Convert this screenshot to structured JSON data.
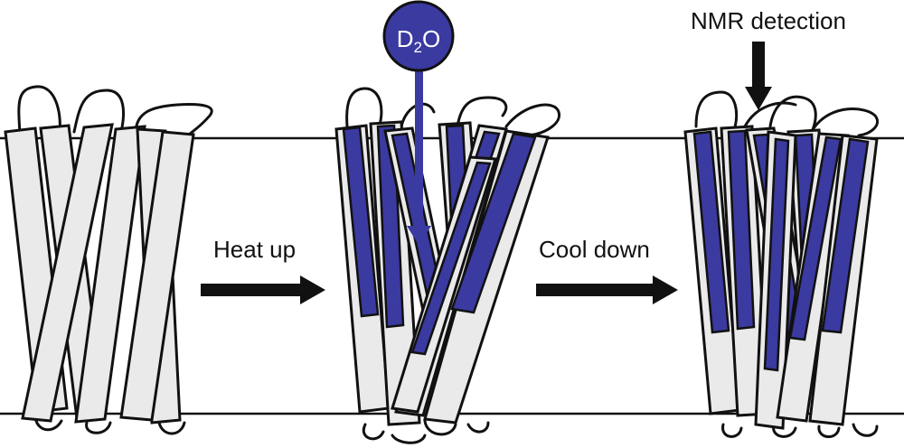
{
  "labels": {
    "heat_up": "Heat up",
    "cool_down": "Cool down",
    "nmr_detection": "NMR detection",
    "d2o_main": "D",
    "d2o_sub": "2",
    "d2o_tail": "O"
  },
  "colors": {
    "label_exchange": "#3a3aa0",
    "helix_fill": "#e9eae9",
    "outline": "#111111"
  },
  "stages": [
    {
      "name": "initial",
      "deuterated": false
    },
    {
      "name": "heated-exchange",
      "deuterated": true
    },
    {
      "name": "cooled-detection",
      "deuterated": true
    }
  ]
}
